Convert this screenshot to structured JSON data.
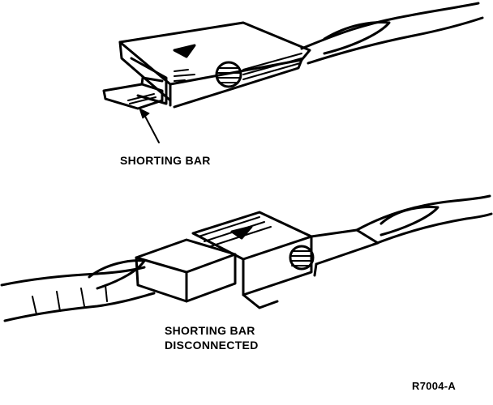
{
  "labels": {
    "top_connector": "SHORTING BAR",
    "bottom_connector_line1": "SHORTING BAR",
    "bottom_connector_line2": "DISCONNECTED",
    "figure_ref": "R7004-A"
  },
  "icons": [
    "connector-with-shorting-bar-illustration",
    "connector-shorting-bar-disconnected-illustration",
    "leader-arrow-icon"
  ]
}
